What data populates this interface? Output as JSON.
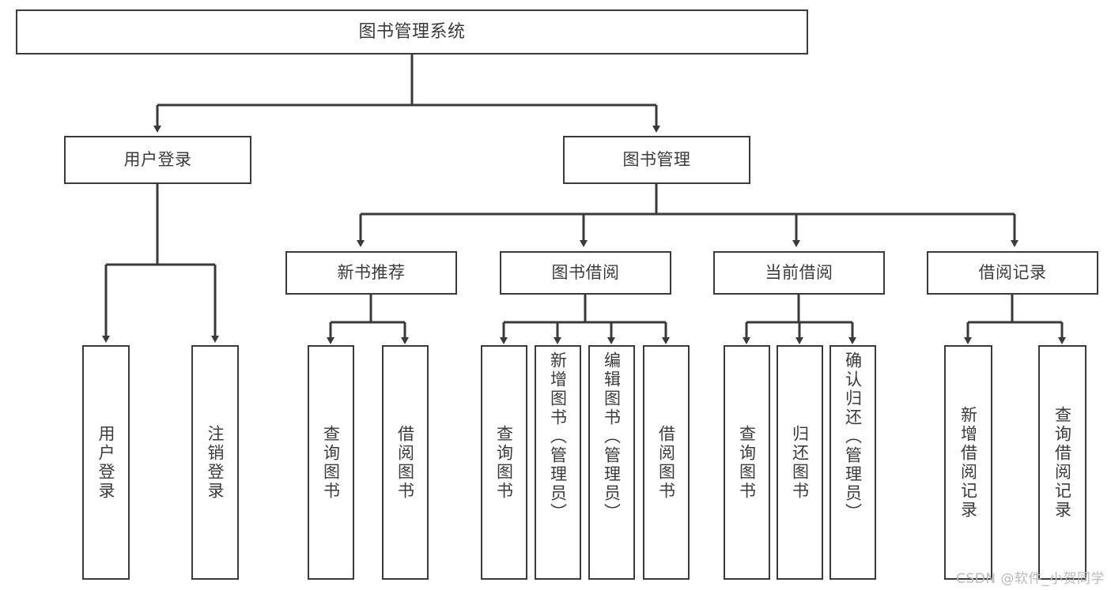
{
  "diagram": {
    "type": "tree-hierarchy-chart",
    "title": "图书管理系统",
    "stroke_color": "#3a3a3a",
    "text_color": "#3b3b3b",
    "background_color": "#ffffff",
    "levels": 4,
    "nodes": {
      "root": {
        "label": "图书管理系统"
      },
      "level1": [
        {
          "label": "用户登录"
        },
        {
          "label": "图书管理"
        }
      ],
      "level2": [
        {
          "label": "新书推荐"
        },
        {
          "label": "图书借阅"
        },
        {
          "label": "当前借阅"
        },
        {
          "label": "借阅记录"
        }
      ],
      "leaves_user_login": [
        {
          "label": "用户登录"
        },
        {
          "label": "注销登录"
        }
      ],
      "leaves_new_book": [
        {
          "label": "查询图书"
        },
        {
          "label": "借阅图书"
        }
      ],
      "leaves_borrow": [
        {
          "label": "查询图书"
        },
        {
          "label": "新增图书（管理员）"
        },
        {
          "label": "编辑图书（管理员）"
        },
        {
          "label": "借阅图书"
        }
      ],
      "leaves_current": [
        {
          "label": "查询图书"
        },
        {
          "label": "归还图书"
        },
        {
          "label": "确认归还（管理员）"
        }
      ],
      "leaves_records": [
        {
          "label": "新增借阅记录"
        },
        {
          "label": "查询借阅记录"
        }
      ]
    }
  },
  "watermark": {
    "text": "CSDN @软件_小贺同学"
  }
}
